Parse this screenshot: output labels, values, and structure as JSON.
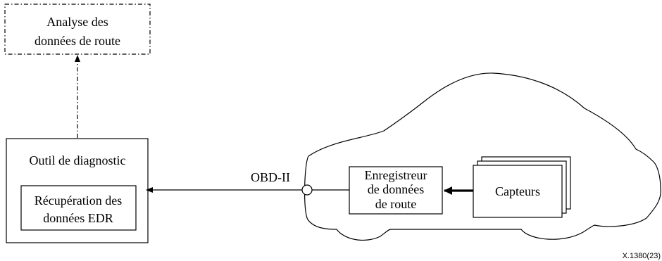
{
  "analysis_box": {
    "line1": "Analyse des",
    "line2": "données de route"
  },
  "diagnostic_tool": {
    "title": "Outil de diagnostic",
    "inner_line1": "Récupération des",
    "inner_line2": "données EDR"
  },
  "connector": {
    "label": "OBD-II"
  },
  "recorder": {
    "line1": "Enregistreur",
    "line2": "de données",
    "line3": "de route"
  },
  "sensors": {
    "label": "Capteurs"
  },
  "figure_ref": "X.1380(23)"
}
